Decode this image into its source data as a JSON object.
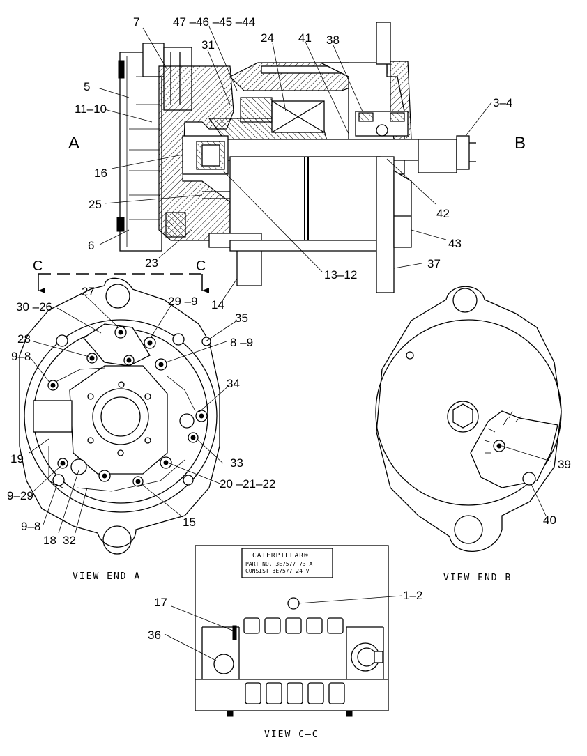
{
  "view_letters": {
    "a": "A",
    "b": "B",
    "c_left": "C",
    "c_right": "C"
  },
  "captions": {
    "end_a": "VIEW END A",
    "end_b": "VIEW END B",
    "cc": "VIEW C–C"
  },
  "nameplate": {
    "brand": "CATERPILLAR®",
    "line1": "PART NO. 3E7577 73 A",
    "line2": "CONSIST 3E7577 24 V"
  },
  "callouts": {
    "c7": "7",
    "c47_44": "47 –46 –45 –44",
    "c24": "24",
    "c41": "41",
    "c38": "38",
    "c31": "31",
    "c5": "5",
    "c11_10": "11–10",
    "c3_4": "3–4",
    "c16": "16",
    "c25": "25",
    "c42": "42",
    "c6": "6",
    "c43": "43",
    "c23": "23",
    "c13_12": "13–12",
    "c37": "37",
    "c14": "14",
    "c30_26": "30 –26",
    "c27": "27",
    "c29_9": "29 –9",
    "c35": "35",
    "c28": "28",
    "c8_9": "8 –9",
    "c9_8_top": "9–8",
    "c34": "34",
    "c19": "19",
    "c33": "33",
    "c20_22": "20 –21–22",
    "c9_29": "9–29",
    "c15": "15",
    "c9_8_bot": "9–8",
    "c18": "18",
    "c32": "32",
    "c39": "39",
    "c40": "40",
    "c1_2": "1–2",
    "c17": "17",
    "c36": "36"
  }
}
